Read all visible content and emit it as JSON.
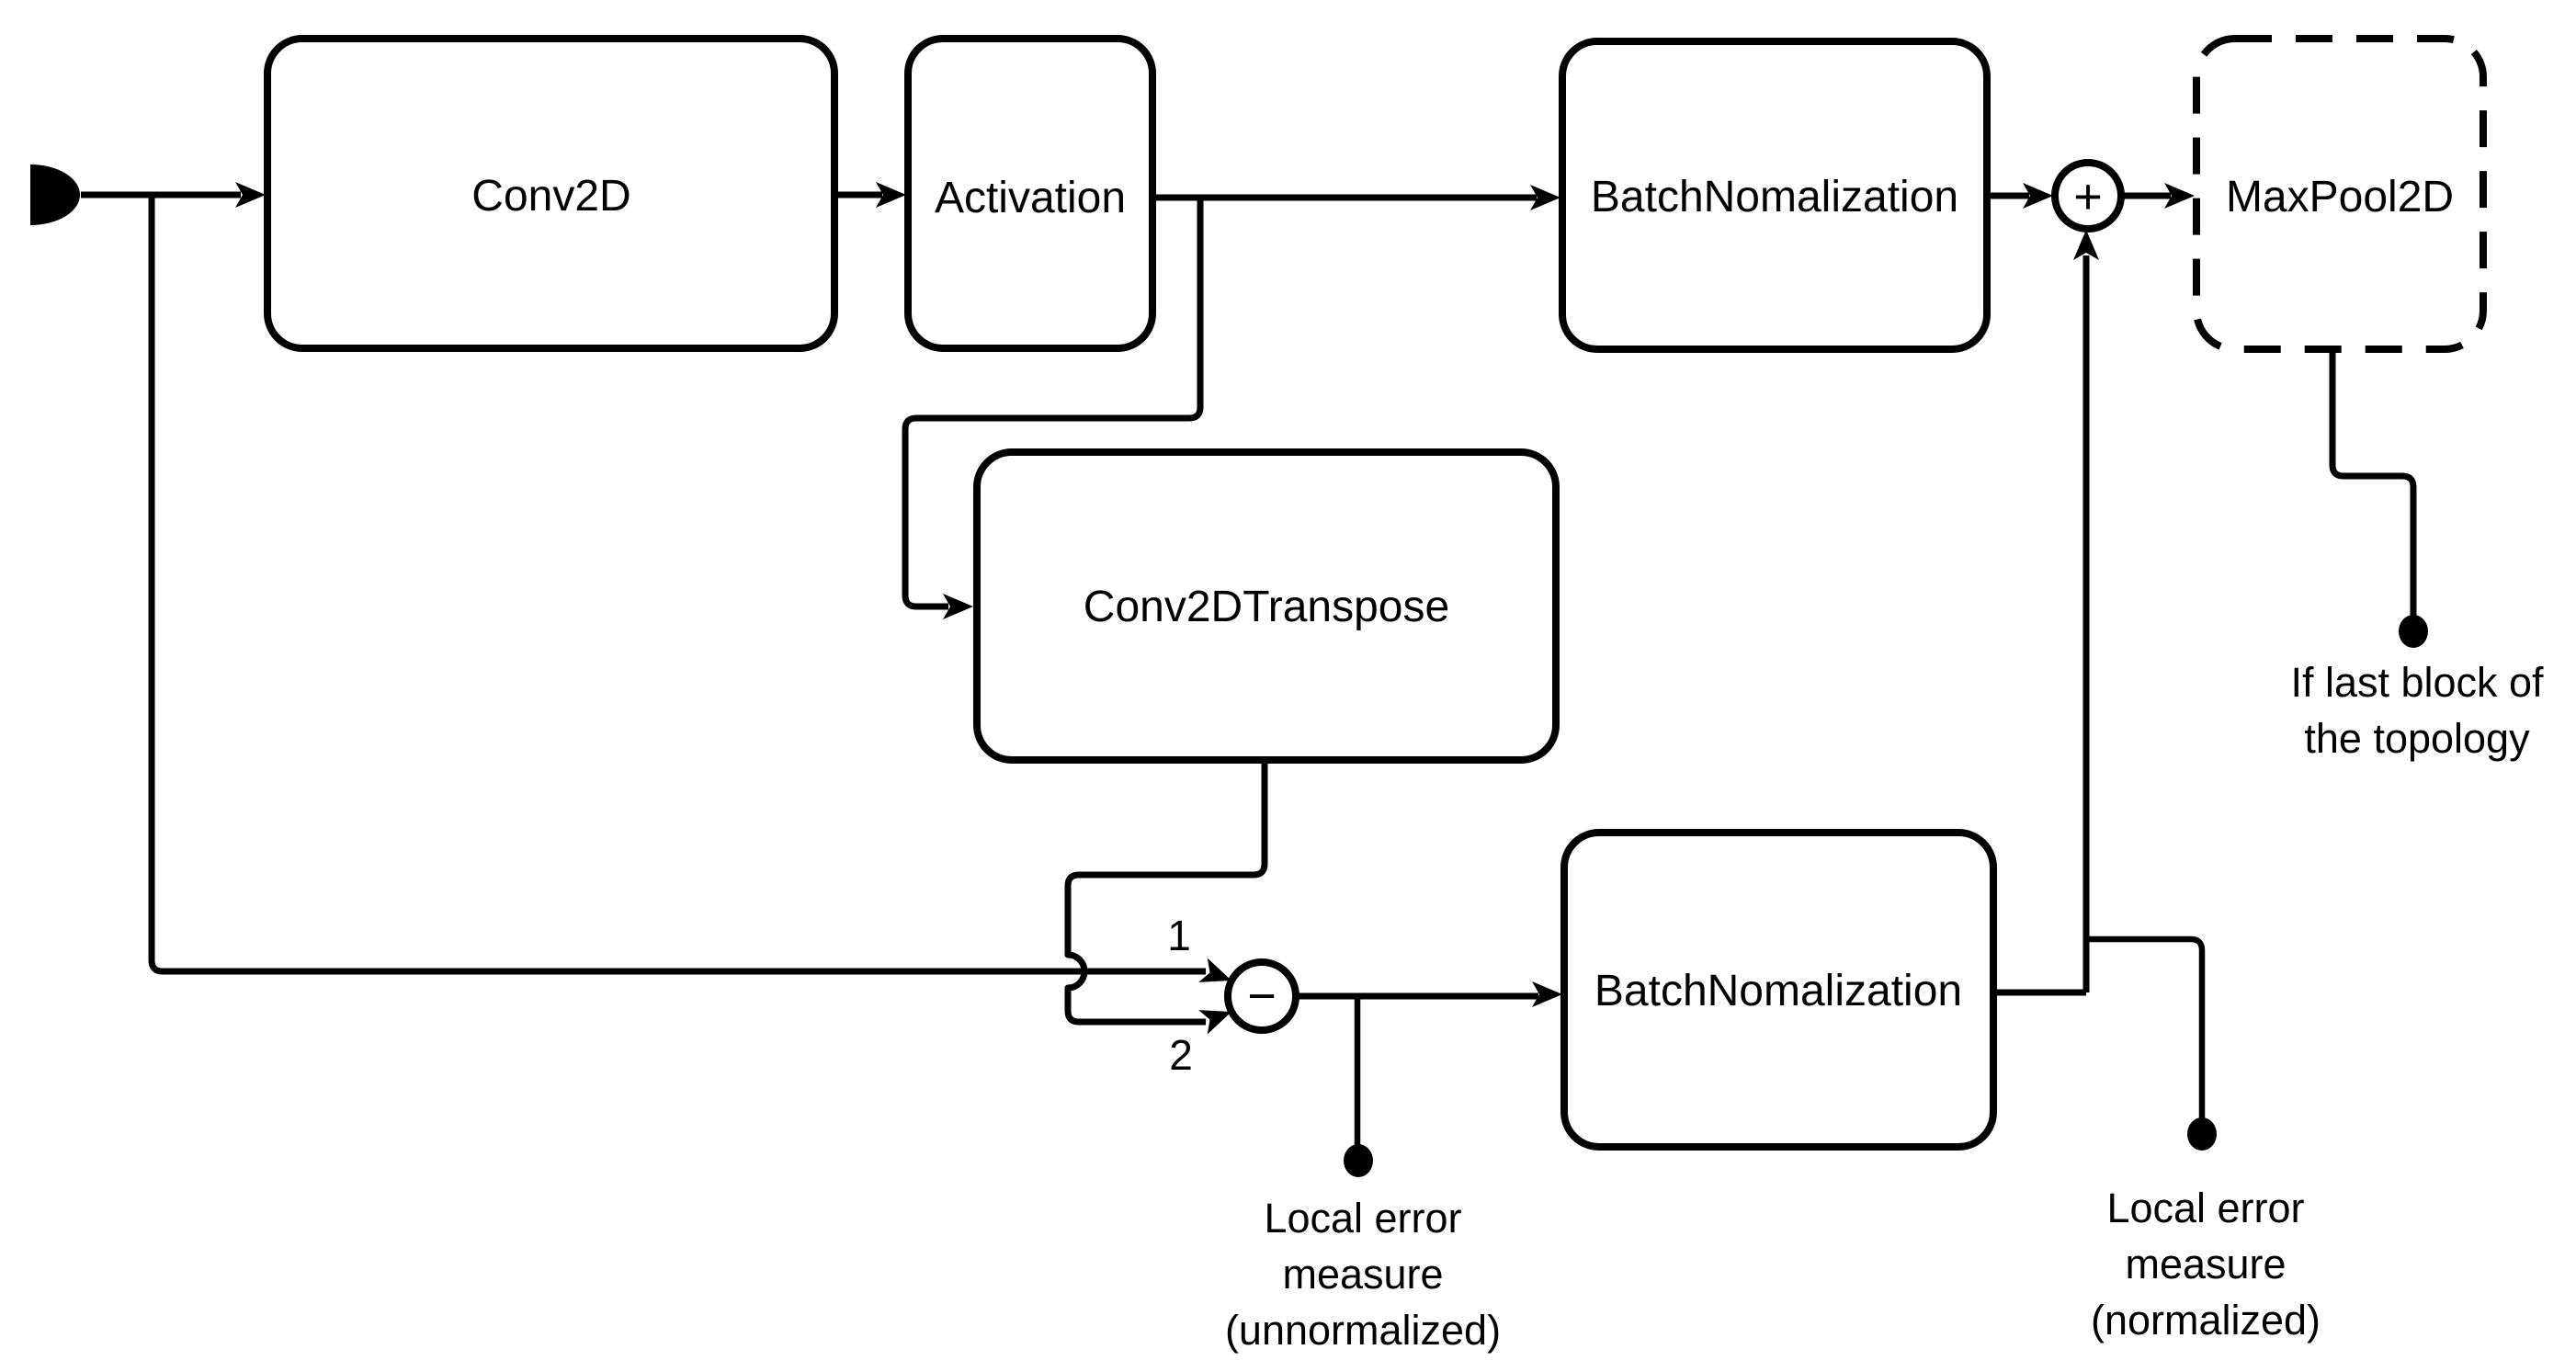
{
  "diagram": {
    "colors": {
      "stroke": "#000000",
      "background": "#ffffff"
    },
    "nodes": {
      "conv2d": {
        "label": "Conv2D"
      },
      "activation": {
        "label": "Activation"
      },
      "batchnorm_top": {
        "label": "BatchNomalization"
      },
      "maxpool": {
        "label": "MaxPool2D"
      },
      "conv2d_transpose": {
        "label": "Conv2DTranspose"
      },
      "batchnorm_bottom": {
        "label": "BatchNomalization"
      }
    },
    "operators": {
      "sum": "+",
      "subtract": "−"
    },
    "port_labels": {
      "input1": "1",
      "input2": "2"
    },
    "annotations": {
      "unnormalized": {
        "line1": "Local error",
        "line2": "measure",
        "line3": "(unnormalized)"
      },
      "normalized": {
        "line1": "Local error",
        "line2": "measure",
        "line3": "(normalized)"
      },
      "last_block": {
        "line1": "If last block of",
        "line2": "the topology"
      }
    }
  }
}
